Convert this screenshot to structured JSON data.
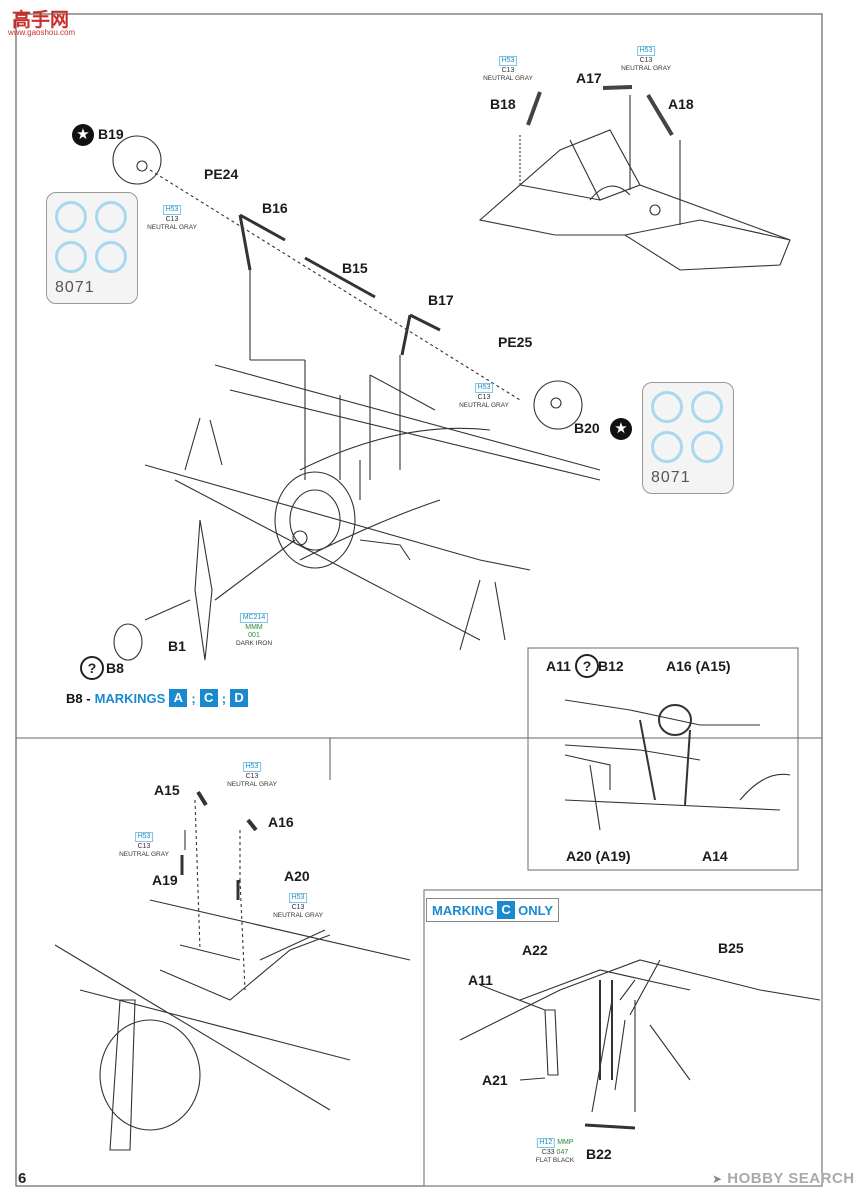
{
  "watermark": {
    "brand": "高手网",
    "url": "www.gaoshou.com"
  },
  "page_number": "6",
  "footer": "HOBBY SEARCH",
  "footer_mark": "➤",
  "mask_code": "8071",
  "parts": {
    "b19": "B19",
    "pe24": "PE24",
    "b16": "B16",
    "b15": "B15",
    "b17": "B17",
    "pe25": "PE25",
    "b20": "B20",
    "b1": "B1",
    "b8": "B8",
    "b18": "B18",
    "a17": "A17",
    "a18": "A18",
    "a11_b12_a11": "A11",
    "a11_b12_b12": "B12",
    "a16_a15": "A16 (A15)",
    "a20_a19": "A20 (A19)",
    "a14": "A14",
    "a15": "A15",
    "a16": "A16",
    "a19": "A19",
    "a20": "A20",
    "a22": "A22",
    "b25": "B25",
    "a11": "A11",
    "a21": "A21",
    "b22": "B22"
  },
  "paints": {
    "neutral_gray": {
      "h": "H53",
      "c": "C13",
      "name": "NEUTRAL GRAY"
    },
    "dark_iron": {
      "mc": "MC214",
      "mmm": "MMM",
      "num": "001",
      "name": "DARK IRON"
    },
    "flat_black": {
      "h": "H12",
      "mmp": "MMP",
      "c": "C33",
      "num": "047",
      "name": "FLAT BLACK"
    }
  },
  "markings_bar": {
    "prefix": "B8 -",
    "word": "MARKINGS",
    "letters": [
      "A",
      "C",
      "D"
    ]
  },
  "marking_c_box": {
    "word": "MARKING",
    "letter": "C",
    "suffix": "ONLY"
  },
  "symbols": {
    "question": "?",
    "star": "★"
  },
  "colors": {
    "accent_blue": "#1a8ad0",
    "paint_blue": "#1d8fc9",
    "paint_green": "#2a8a3a",
    "watermark_red": "#c9302c"
  }
}
